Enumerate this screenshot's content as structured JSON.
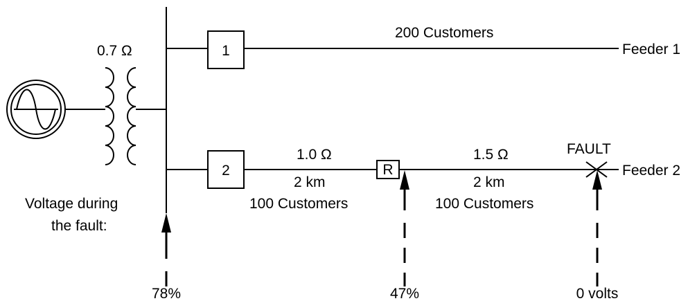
{
  "source": {
    "resistance_label": "0.7 Ω"
  },
  "breakers": [
    {
      "label": "1"
    },
    {
      "label": "2"
    }
  ],
  "feeder1": {
    "customers": "200 Customers",
    "name": "Feeder 1"
  },
  "feeder2": {
    "name": "Feeder 2",
    "section1": {
      "resistance": "1.0 Ω",
      "length": "2 km",
      "customers": "100 Customers"
    },
    "recloser_label": "R",
    "section2": {
      "resistance": "1.5 Ω",
      "length": "2 km",
      "customers": "100 Customers"
    },
    "fault_label": "FAULT"
  },
  "voltage_caption": {
    "line1": "Voltage during",
    "line2": "the fault:"
  },
  "voltage_readings": {
    "bus": "78%",
    "recloser": "47%",
    "fault": "0 volts"
  }
}
